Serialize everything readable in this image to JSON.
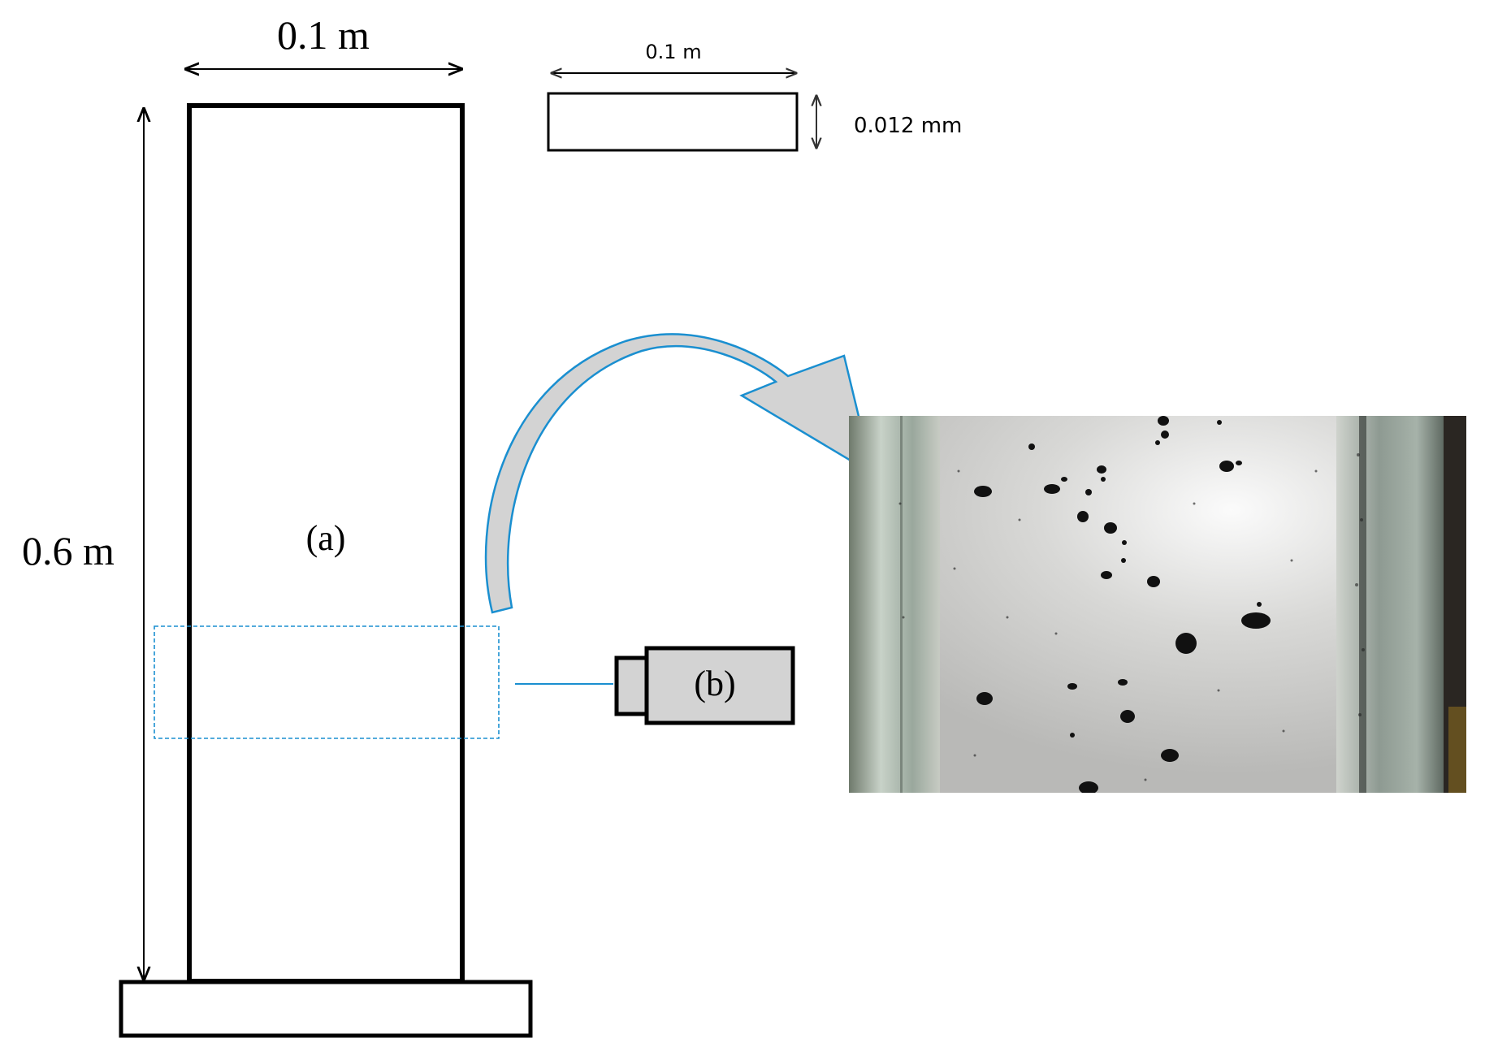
{
  "column": {
    "width_label": "0.1 m",
    "height_label": "0.6 m",
    "label": "(a)"
  },
  "cross_section": {
    "width_label": "0.1 m",
    "depth_label": "0.012 mm"
  },
  "camera": {
    "label": "(b)"
  },
  "colors": {
    "outline": "#000000",
    "accent": "#1a8fd0",
    "camera_fill": "#d3d3d3",
    "arrow_fill": "#d3d3d3"
  },
  "photo": {
    "description_icon": "particle-photo-image"
  }
}
